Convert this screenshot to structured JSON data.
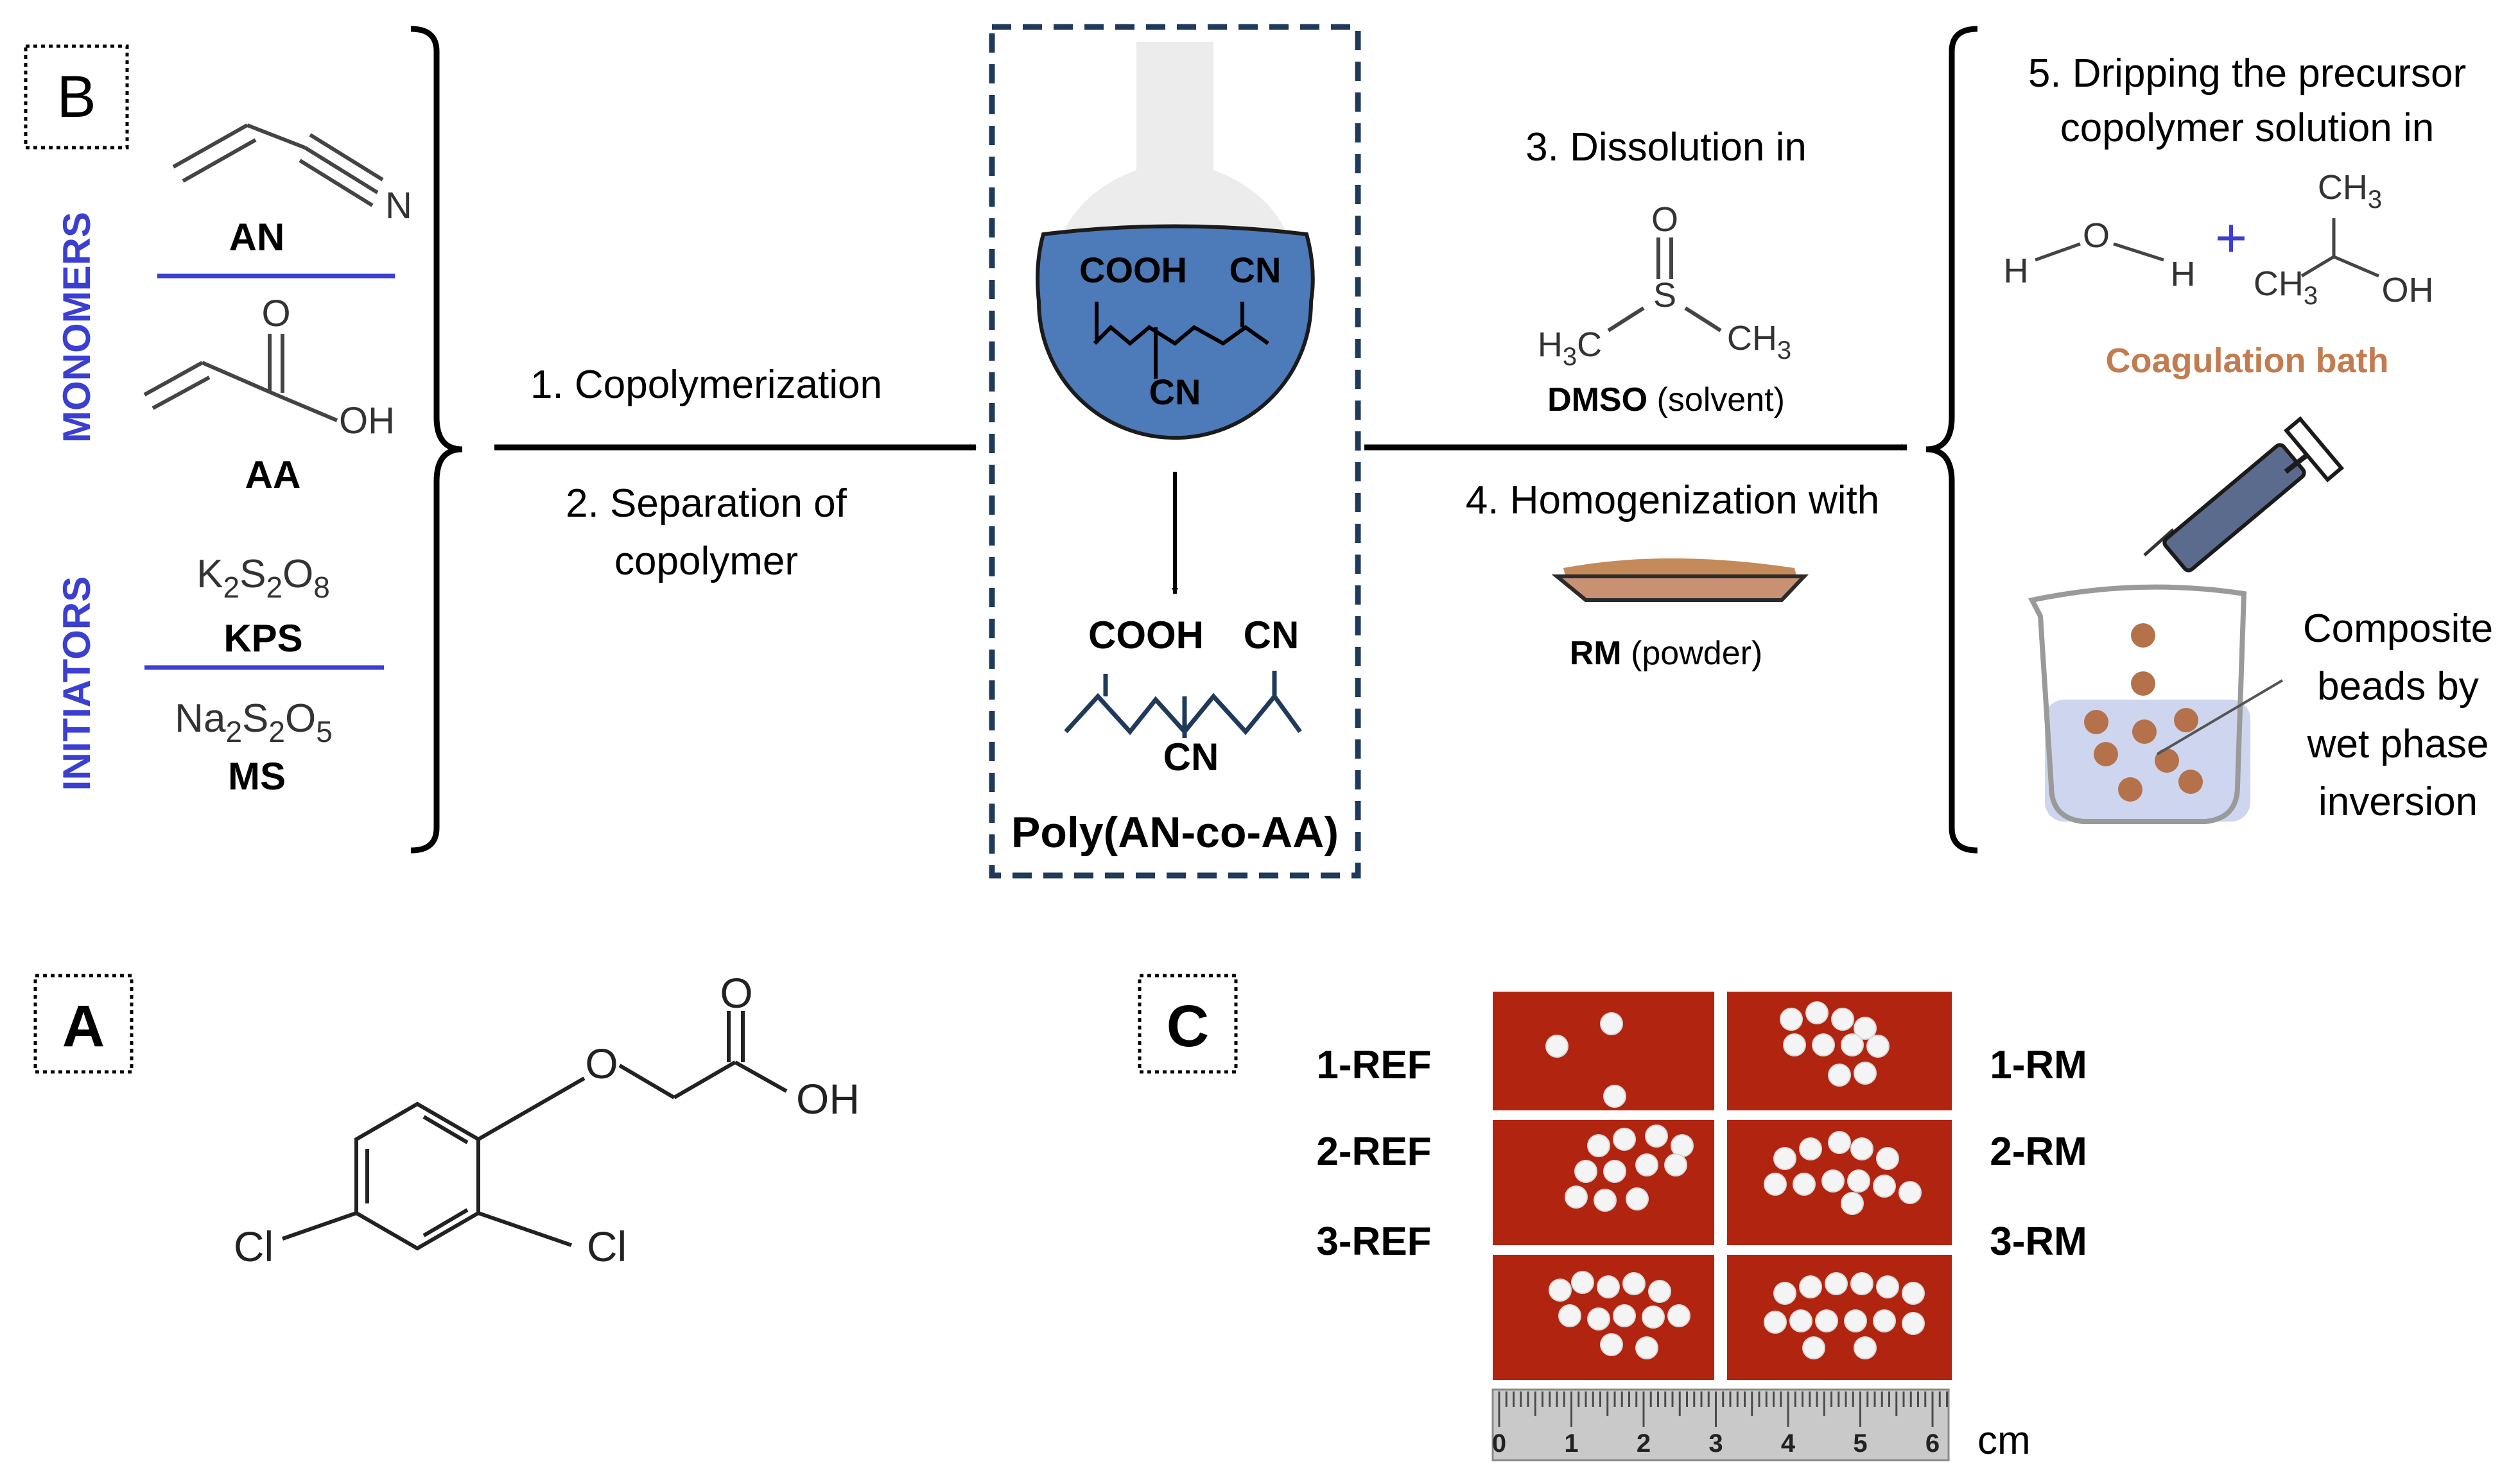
{
  "panel_labels": {
    "b": "B",
    "a": "A",
    "c": "C"
  },
  "side_labels": {
    "monomers": "MONOMERS",
    "initiators": "INITIATORS"
  },
  "monomers": {
    "an_atom_n": "N",
    "an": "AN",
    "aa_atom_o": "O",
    "aa_atom_oh": "OH",
    "aa": "AA"
  },
  "initiators": {
    "kps_formula": {
      "k": "K",
      "k_sub": "2",
      "s": "S",
      "s_sub": "2",
      "o": "O",
      "o_sub": "8"
    },
    "kps": "KPS",
    "ms_formula": {
      "na": "Na",
      "na_sub": "2",
      "s": "S",
      "s_sub": "2",
      "o": "O",
      "o_sub": "5"
    },
    "ms": "MS"
  },
  "steps": {
    "s1": "1. Copolymerization",
    "s2_line1": "2. Separation of",
    "s2_line2": "copolymer",
    "s3": "3. Dissolution in",
    "s4": "4. Homogenization with",
    "s5_line1": "5. Dripping the precursor",
    "s5_line2": "copolymer solution in"
  },
  "flask": {
    "cooh": "COOH",
    "cn_top": "CN",
    "cn_bottom": "CN"
  },
  "polymer": {
    "cooh": "COOH",
    "cn_top": "CN",
    "cn_bottom": "CN",
    "name": "Poly(AN-co-AA)"
  },
  "dmso": {
    "atom_o": "O",
    "atom_s": "S",
    "left_h": "H",
    "left_sub": "3",
    "left_c": "C",
    "right_ch": "CH",
    "right_sub": "3",
    "name": "DMSO",
    "role": "(solvent)"
  },
  "rm": {
    "name": "RM",
    "role": "(powder)"
  },
  "bath": {
    "water_h1": "H",
    "water_o": "O",
    "water_h2": "H",
    "plus": "+",
    "ipa_top": "CH",
    "ipa_top_sub": "3",
    "ipa_left": "CH",
    "ipa_left_sub": "3",
    "ipa_oh": "OH",
    "label": "Coagulation bath"
  },
  "beads_text": {
    "l1": "Composite",
    "l2": "beads by",
    "l3": "wet phase",
    "l4": "inversion"
  },
  "molecule_a": {
    "o_ether": "O",
    "o_carbonyl": "O",
    "oh": "OH",
    "cl1": "Cl",
    "cl2": "Cl"
  },
  "photo_labels": {
    "ref1": "1-REF",
    "ref2": "2-REF",
    "ref3": "3-REF",
    "rm1": "1-RM",
    "rm2": "2-RM",
    "rm3": "3-RM",
    "unit": "cm"
  },
  "ruler_ticks": [
    "0",
    "1",
    "2",
    "3",
    "4",
    "5",
    "6"
  ],
  "colors": {
    "blue_label": "#3b3fd1",
    "flask_fill": "#4d7ab8",
    "dashed_box": "#1f3a5a",
    "bead": "#b5714a",
    "coag_text": "#c27c4f",
    "photo_bg": "#b1240f",
    "bath_liquid": "#cdd6ee"
  }
}
